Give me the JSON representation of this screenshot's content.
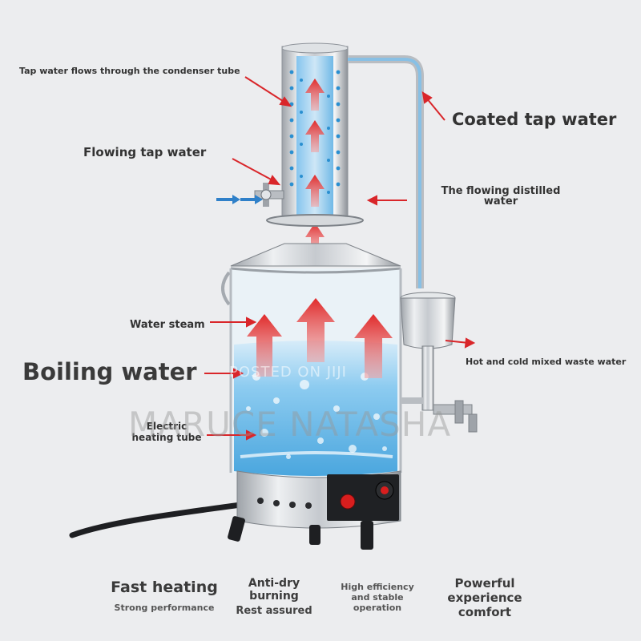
{
  "labels": {
    "tap_condenser": "Tap water flows through the condenser tube",
    "coated_tap": "Coated tap water",
    "flowing_tap": "Flowing tap water",
    "distilled_line1": "The flowing distilled",
    "distilled_line2": "water",
    "water_steam": "Water steam",
    "boiling_water": "Boiling water",
    "waste_water": "Hot and cold mixed waste water",
    "heating_line1": "Electric",
    "heating_line2": "heating tube"
  },
  "features": [
    {
      "title": "Fast heating",
      "subtitle": "Strong performance"
    },
    {
      "title_line1": "Anti-dry",
      "title_line2": "burning",
      "subtitle": "Rest assured"
    },
    {
      "line1": "High efficiency",
      "line2": "and stable",
      "line3": "operation"
    },
    {
      "line1": "Powerful",
      "line2": "experience",
      "line3": "comfort"
    }
  ],
  "watermark": {
    "posted": "POSTED ON JIJI",
    "seller": "MARUCE NATASHA"
  },
  "colors": {
    "background": "#ecedef",
    "steel": "#c9ccd0",
    "water": "#5fb3e6",
    "arrow_red": "#e23a3a",
    "pointer_red": "#d9262a",
    "text": "#333333"
  }
}
